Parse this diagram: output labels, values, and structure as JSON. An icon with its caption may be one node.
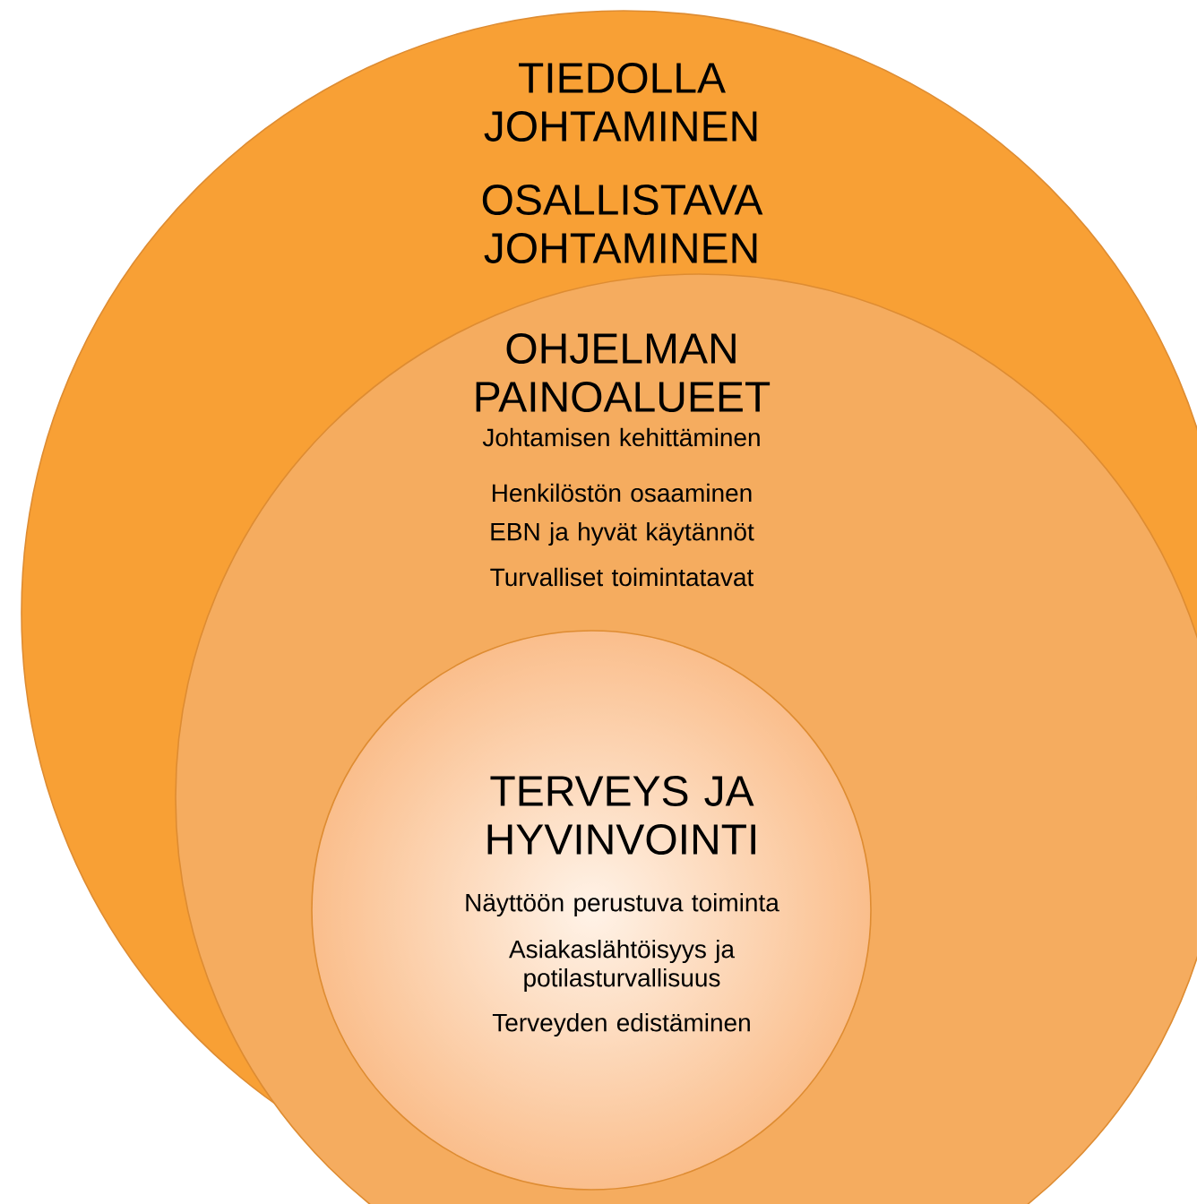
{
  "diagram": {
    "nodes": [
      {
        "text": [
          "TIEDOLLA JOHTAMINEN",
          "OSALLISTAVA JOHTAMINEN"
        ]
      },
      {
        "text": [
          "OHJELMAN PAINOALUEET",
          "Johtamisen  kehittäminen",
          "Henkilöstön osaaminen",
          "EBN ja hyvät käytännöt",
          "Turvalliset toimintatavat"
        ],
        "in": 0
      },
      {
        "text": [
          "TERVEYS JA HYVINVOINTI",
          "Näyttöön perustuva toiminta",
          "Asiakaslähtöisyys ja potilasturvallisuus",
          "Terveyden edistäminen"
        ],
        "in": 1
      }
    ]
  }
}
